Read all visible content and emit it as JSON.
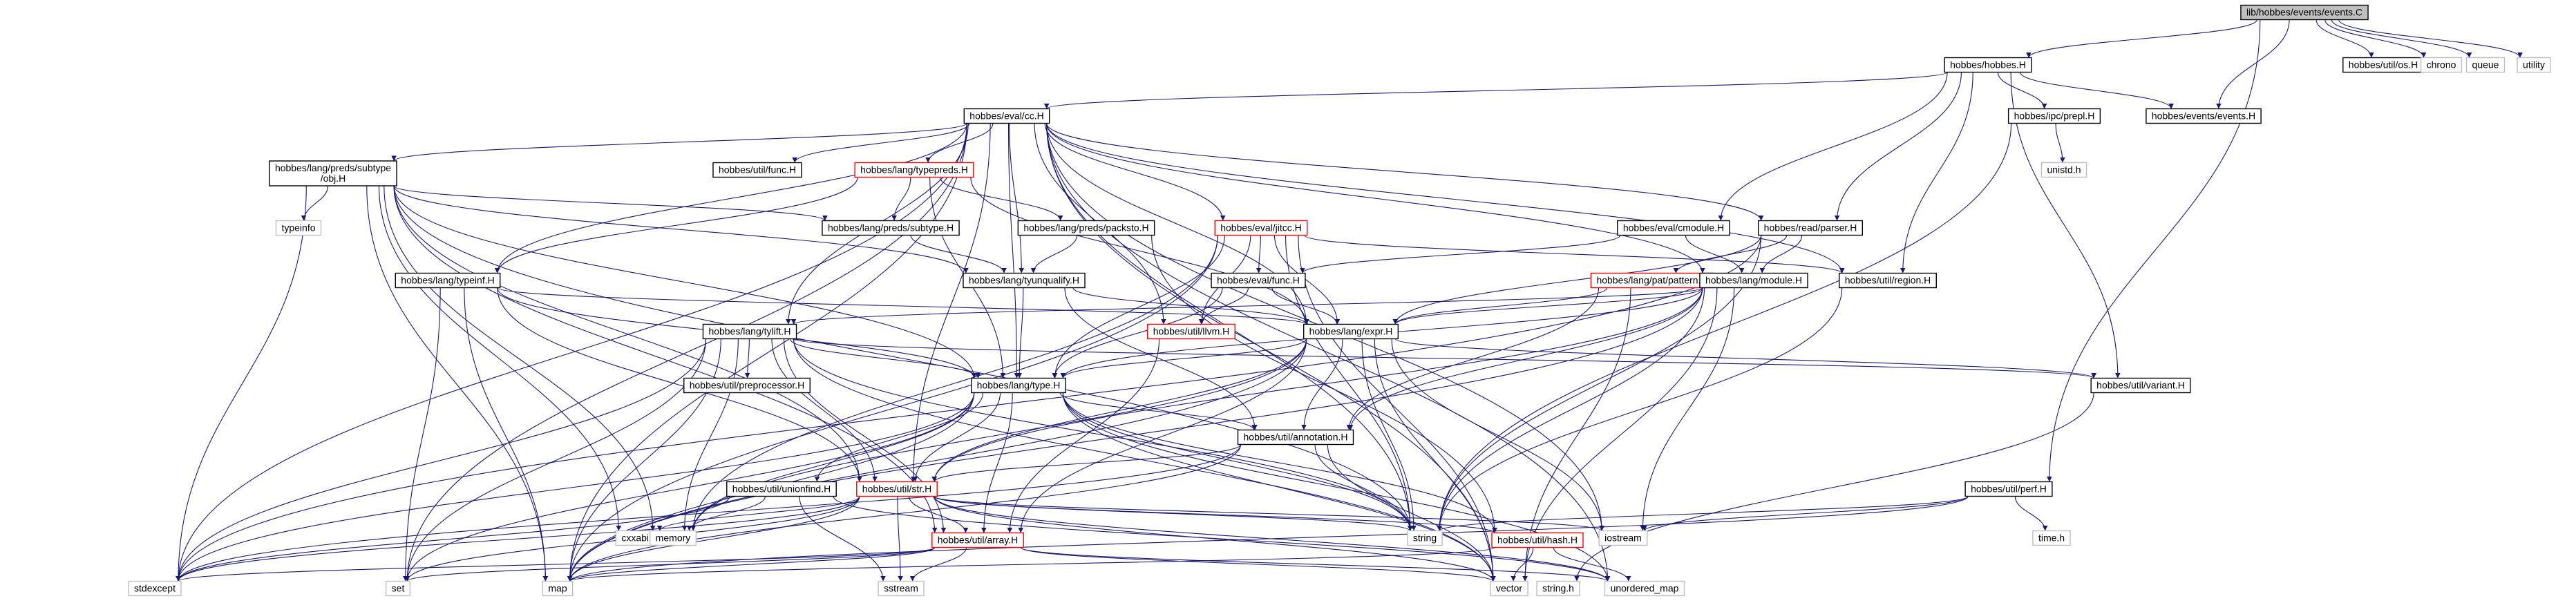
{
  "colors": {
    "edge": "#191970",
    "root_fill": "#bfbfbf",
    "root_border": "#000000",
    "normal_border": "#000000",
    "truncated_border": "#ff0000",
    "system_border": "#bfbfbf",
    "background": "#ffffff"
  },
  "nodes": [
    {
      "id": "events_C",
      "label": "lib/hobbes/events/events.C",
      "kind": "root"
    },
    {
      "id": "hobbes_H",
      "label": "hobbes/hobbes.H",
      "kind": "normal"
    },
    {
      "id": "util_os_H",
      "label": "hobbes/util/os.H",
      "kind": "normal"
    },
    {
      "id": "chrono",
      "label": "chrono",
      "kind": "system"
    },
    {
      "id": "queue",
      "label": "queue",
      "kind": "system"
    },
    {
      "id": "utility",
      "label": "utility",
      "kind": "system"
    },
    {
      "id": "eval_cc_H",
      "label": "hobbes/eval/cc.H",
      "kind": "normal"
    },
    {
      "id": "ipc_prepl_H",
      "label": "hobbes/ipc/prepl.H",
      "kind": "normal"
    },
    {
      "id": "events_H",
      "label": "hobbes/events/events.H",
      "kind": "normal"
    },
    {
      "id": "unistd_h",
      "label": "unistd.h",
      "kind": "system"
    },
    {
      "id": "preds_subtype_obj_H",
      "label": "hobbes/lang/preds/subtype/obj.H",
      "kind": "normal"
    },
    {
      "id": "util_func_H",
      "label": "hobbes/util/func.H",
      "kind": "normal"
    },
    {
      "id": "typepreds_H",
      "label": "hobbes/lang/typepreds.H",
      "kind": "truncated"
    },
    {
      "id": "preds_subtype_H",
      "label": "hobbes/lang/preds/subtype.H",
      "kind": "normal"
    },
    {
      "id": "preds_packsto_H",
      "label": "hobbes/lang/preds/packsto.H",
      "kind": "normal"
    },
    {
      "id": "eval_jitcc_H",
      "label": "hobbes/eval/jitcc.H",
      "kind": "truncated"
    },
    {
      "id": "eval_cmodule_H",
      "label": "hobbes/eval/cmodule.H",
      "kind": "normal"
    },
    {
      "id": "read_parser_H",
      "label": "hobbes/read/parser.H",
      "kind": "normal"
    },
    {
      "id": "typeinfo",
      "label": "typeinfo",
      "kind": "system"
    },
    {
      "id": "typeinf_H",
      "label": "hobbes/lang/typeinf.H",
      "kind": "normal"
    },
    {
      "id": "tyunqualify_H",
      "label": "hobbes/lang/tyunqualify.H",
      "kind": "normal"
    },
    {
      "id": "eval_func_H",
      "label": "hobbes/eval/func.H",
      "kind": "normal"
    },
    {
      "id": "pat_pattern_H",
      "label": "hobbes/lang/pat/pattern.H",
      "kind": "truncated"
    },
    {
      "id": "lang_module_H",
      "label": "hobbes/lang/module.H",
      "kind": "normal"
    },
    {
      "id": "util_region_H",
      "label": "hobbes/util/region.H",
      "kind": "normal"
    },
    {
      "id": "util_llvm_H",
      "label": "hobbes/util/llvm.H",
      "kind": "truncated"
    },
    {
      "id": "lang_expr_H",
      "label": "hobbes/lang/expr.H",
      "kind": "normal"
    },
    {
      "id": "tylift_H",
      "label": "hobbes/lang/tylift.H",
      "kind": "normal"
    },
    {
      "id": "preprocessor_H",
      "label": "hobbes/util/preprocessor.H",
      "kind": "normal"
    },
    {
      "id": "lang_type_H",
      "label": "hobbes/lang/type.H",
      "kind": "normal"
    },
    {
      "id": "util_variant_H",
      "label": "hobbes/util/variant.H",
      "kind": "normal"
    },
    {
      "id": "annotation_H",
      "label": "hobbes/util/annotation.H",
      "kind": "normal"
    },
    {
      "id": "unionfind_H",
      "label": "hobbes/util/unionfind.H",
      "kind": "normal"
    },
    {
      "id": "util_str_H",
      "label": "hobbes/util/str.H",
      "kind": "truncated"
    },
    {
      "id": "util_perf_H",
      "label": "hobbes/util/perf.H",
      "kind": "normal"
    },
    {
      "id": "cxxabi_h",
      "label": "cxxabi.h",
      "kind": "system"
    },
    {
      "id": "memory",
      "label": "memory",
      "kind": "system"
    },
    {
      "id": "string",
      "label": "string",
      "kind": "system"
    },
    {
      "id": "iostream",
      "label": "iostream",
      "kind": "system"
    },
    {
      "id": "time_h",
      "label": "time.h",
      "kind": "system"
    },
    {
      "id": "util_array_H",
      "label": "hobbes/util/array.H",
      "kind": "truncated"
    },
    {
      "id": "util_hash_H",
      "label": "hobbes/util/hash.H",
      "kind": "truncated"
    },
    {
      "id": "stdexcept",
      "label": "stdexcept",
      "kind": "system"
    },
    {
      "id": "set",
      "label": "set",
      "kind": "system"
    },
    {
      "id": "map",
      "label": "map",
      "kind": "system"
    },
    {
      "id": "sstream",
      "label": "sstream",
      "kind": "system"
    },
    {
      "id": "vector",
      "label": "vector",
      "kind": "system"
    },
    {
      "id": "string_h",
      "label": "string.h",
      "kind": "system"
    },
    {
      "id": "unordered_map",
      "label": "unordered_map",
      "kind": "system"
    }
  ],
  "edges": [
    [
      "events_C",
      "hobbes_H"
    ],
    [
      "events_C",
      "util_os_H"
    ],
    [
      "events_C",
      "chrono"
    ],
    [
      "events_C",
      "queue"
    ],
    [
      "events_C",
      "utility"
    ],
    [
      "events_C",
      "events_H"
    ],
    [
      "events_C",
      "util_perf_H"
    ],
    [
      "hobbes_H",
      "eval_cc_H"
    ],
    [
      "hobbes_H",
      "ipc_prepl_H"
    ],
    [
      "hobbes_H",
      "events_H"
    ],
    [
      "hobbes_H",
      "eval_cmodule_H"
    ],
    [
      "hobbes_H",
      "read_parser_H"
    ],
    [
      "hobbes_H",
      "util_region_H"
    ],
    [
      "hobbes_H",
      "util_variant_H"
    ],
    [
      "ipc_prepl_H",
      "unistd_h"
    ],
    [
      "ipc_prepl_H",
      "string"
    ],
    [
      "eval_cc_H",
      "preds_subtype_obj_H"
    ],
    [
      "eval_cc_H",
      "util_func_H"
    ],
    [
      "eval_cc_H",
      "typepreds_H"
    ],
    [
      "eval_cc_H",
      "eval_jitcc_H"
    ],
    [
      "eval_cc_H",
      "typeinf_H"
    ],
    [
      "eval_cc_H",
      "tyunqualify_H"
    ],
    [
      "eval_cc_H",
      "util_llvm_H"
    ],
    [
      "eval_cc_H",
      "lang_expr_H"
    ],
    [
      "eval_cc_H",
      "tylift_H"
    ],
    [
      "eval_cc_H",
      "lang_type_H"
    ],
    [
      "eval_cc_H",
      "read_parser_H"
    ],
    [
      "eval_cc_H",
      "util_str_H"
    ],
    [
      "eval_cc_H",
      "string"
    ],
    [
      "eval_cc_H",
      "iostream"
    ],
    [
      "eval_cc_H",
      "stdexcept"
    ],
    [
      "eval_cc_H",
      "map"
    ],
    [
      "eval_cc_H",
      "vector"
    ],
    [
      "eval_cc_H",
      "lang_module_H"
    ],
    [
      "eval_cc_H",
      "util_region_H"
    ],
    [
      "eval_cc_H",
      "unordered_map"
    ],
    [
      "eval_cc_H",
      "set"
    ],
    [
      "preds_subtype_obj_H",
      "preds_subtype_H"
    ],
    [
      "preds_subtype_obj_H",
      "typeinfo"
    ],
    [
      "preds_subtype_obj_H",
      "tyunqualify_H"
    ],
    [
      "preds_subtype_obj_H",
      "lang_type_H"
    ],
    [
      "preds_subtype_obj_H",
      "util_str_H"
    ],
    [
      "preds_subtype_obj_H",
      "cxxabi_h"
    ],
    [
      "preds_subtype_obj_H",
      "memory"
    ],
    [
      "preds_subtype_obj_H",
      "string"
    ],
    [
      "preds_subtype_obj_H",
      "stdexcept"
    ],
    [
      "preds_subtype_obj_H",
      "map"
    ],
    [
      "preds_subtype_obj_H",
      "util_array_H"
    ],
    [
      "typepreds_H",
      "preds_subtype_H"
    ],
    [
      "typepreds_H",
      "preds_packsto_H"
    ],
    [
      "typepreds_H",
      "typeinf_H"
    ],
    [
      "typepreds_H",
      "lang_type_H"
    ],
    [
      "typepreds_H",
      "lang_expr_H"
    ],
    [
      "preds_subtype_H",
      "tyunqualify_H"
    ],
    [
      "preds_packsto_H",
      "tyunqualify_H"
    ],
    [
      "preds_packsto_H",
      "util_hash_H"
    ],
    [
      "eval_jitcc_H",
      "eval_func_H"
    ],
    [
      "eval_jitcc_H",
      "util_llvm_H"
    ],
    [
      "eval_jitcc_H",
      "lang_expr_H"
    ],
    [
      "eval_jitcc_H",
      "lang_type_H"
    ],
    [
      "eval_jitcc_H",
      "util_region_H"
    ],
    [
      "eval_jitcc_H",
      "string"
    ],
    [
      "eval_jitcc_H",
      "map"
    ],
    [
      "eval_jitcc_H",
      "vector"
    ],
    [
      "eval_jitcc_H",
      "memory"
    ],
    [
      "eval_cmodule_H",
      "lang_module_H"
    ],
    [
      "eval_cmodule_H",
      "eval_func_H"
    ],
    [
      "read_parser_H",
      "lang_module_H"
    ],
    [
      "read_parser_H",
      "pat_pattern_H"
    ],
    [
      "read_parser_H",
      "lang_expr_H"
    ],
    [
      "read_parser_H",
      "string"
    ],
    [
      "read_parser_H",
      "stdexcept"
    ],
    [
      "typeinf_H",
      "lang_expr_H"
    ],
    [
      "typeinf_H",
      "lang_type_H"
    ],
    [
      "typeinf_H",
      "util_str_H"
    ],
    [
      "typeinf_H",
      "set"
    ],
    [
      "typeinf_H",
      "map"
    ],
    [
      "tyunqualify_H",
      "lang_type_H"
    ],
    [
      "tyunqualify_H",
      "lang_expr_H"
    ],
    [
      "tyunqualify_H",
      "annotation_H"
    ],
    [
      "eval_func_H",
      "lang_expr_H"
    ],
    [
      "eval_func_H",
      "util_llvm_H"
    ],
    [
      "eval_func_H",
      "lang_type_H"
    ],
    [
      "pat_pattern_H",
      "lang_expr_H"
    ],
    [
      "pat_pattern_H",
      "annotation_H"
    ],
    [
      "pat_pattern_H",
      "vector"
    ],
    [
      "lang_module_H",
      "lang_expr_H"
    ],
    [
      "lang_module_H",
      "lang_type_H"
    ],
    [
      "lang_module_H",
      "annotation_H"
    ],
    [
      "lang_module_H",
      "util_str_H"
    ],
    [
      "lang_module_H",
      "string"
    ],
    [
      "lang_module_H",
      "vector"
    ],
    [
      "lang_module_H",
      "iostream"
    ],
    [
      "lang_module_H",
      "map"
    ],
    [
      "lang_module_H",
      "tylift_H"
    ],
    [
      "util_region_H",
      "string"
    ],
    [
      "util_llvm_H",
      "util_array_H"
    ],
    [
      "lang_expr_H",
      "lang_type_H"
    ],
    [
      "lang_expr_H",
      "annotation_H"
    ],
    [
      "lang_expr_H",
      "util_str_H"
    ],
    [
      "lang_expr_H",
      "util_array_H"
    ],
    [
      "lang_expr_H",
      "string"
    ],
    [
      "lang_expr_H",
      "vector"
    ],
    [
      "lang_expr_H",
      "map"
    ],
    [
      "lang_expr_H",
      "memory"
    ],
    [
      "lang_expr_H",
      "iostream"
    ],
    [
      "lang_expr_H",
      "util_variant_H"
    ],
    [
      "tylift_H",
      "preprocessor_H"
    ],
    [
      "tylift_H",
      "lang_type_H"
    ],
    [
      "tylift_H",
      "util_str_H"
    ],
    [
      "tylift_H",
      "util_array_H"
    ],
    [
      "tylift_H",
      "string"
    ],
    [
      "tylift_H",
      "vector"
    ],
    [
      "tylift_H",
      "memory"
    ],
    [
      "tylift_H",
      "stdexcept"
    ],
    [
      "tylift_H",
      "map"
    ],
    [
      "tylift_H",
      "set"
    ],
    [
      "tylift_H",
      "util_variant_H"
    ],
    [
      "lang_type_H",
      "annotation_H"
    ],
    [
      "lang_type_H",
      "util_str_H"
    ],
    [
      "lang_type_H",
      "util_array_H"
    ],
    [
      "lang_type_H",
      "util_hash_H"
    ],
    [
      "lang_type_H",
      "string"
    ],
    [
      "lang_type_H",
      "vector"
    ],
    [
      "lang_type_H",
      "map"
    ],
    [
      "lang_type_H",
      "set"
    ],
    [
      "lang_type_H",
      "memory"
    ],
    [
      "lang_type_H",
      "stdexcept"
    ],
    [
      "lang_type_H",
      "unordered_map"
    ],
    [
      "lang_type_H",
      "unionfind_H"
    ],
    [
      "util_variant_H",
      "string_h"
    ],
    [
      "annotation_H",
      "util_str_H"
    ],
    [
      "annotation_H",
      "string"
    ],
    [
      "annotation_H",
      "vector"
    ],
    [
      "annotation_H",
      "stdexcept"
    ],
    [
      "annotation_H",
      "map"
    ],
    [
      "unionfind_H",
      "memory"
    ],
    [
      "unionfind_H",
      "sstream"
    ],
    [
      "unionfind_H",
      "stdexcept"
    ],
    [
      "unionfind_H",
      "unordered_map"
    ],
    [
      "util_str_H",
      "util_array_H"
    ],
    [
      "util_str_H",
      "util_hash_H"
    ],
    [
      "util_str_H",
      "string"
    ],
    [
      "util_str_H",
      "vector"
    ],
    [
      "util_str_H",
      "iostream"
    ],
    [
      "util_str_H",
      "sstream"
    ],
    [
      "util_str_H",
      "map"
    ],
    [
      "util_str_H",
      "set"
    ],
    [
      "util_str_H",
      "stdexcept"
    ],
    [
      "util_str_H",
      "unordered_map"
    ],
    [
      "util_str_H",
      "cxxabi_h"
    ],
    [
      "util_perf_H",
      "time_h"
    ],
    [
      "util_perf_H",
      "string"
    ],
    [
      "util_perf_H",
      "iostream"
    ],
    [
      "util_perf_H",
      "map"
    ],
    [
      "util_array_H",
      "sstream"
    ],
    [
      "util_array_H",
      "vector"
    ],
    [
      "util_array_H",
      "stdexcept"
    ],
    [
      "util_array_H",
      "set"
    ],
    [
      "util_array_H",
      "map"
    ],
    [
      "util_array_H",
      "unordered_map"
    ],
    [
      "util_hash_H",
      "map"
    ],
    [
      "util_hash_H",
      "vector"
    ],
    [
      "util_hash_H",
      "unordered_map"
    ]
  ]
}
